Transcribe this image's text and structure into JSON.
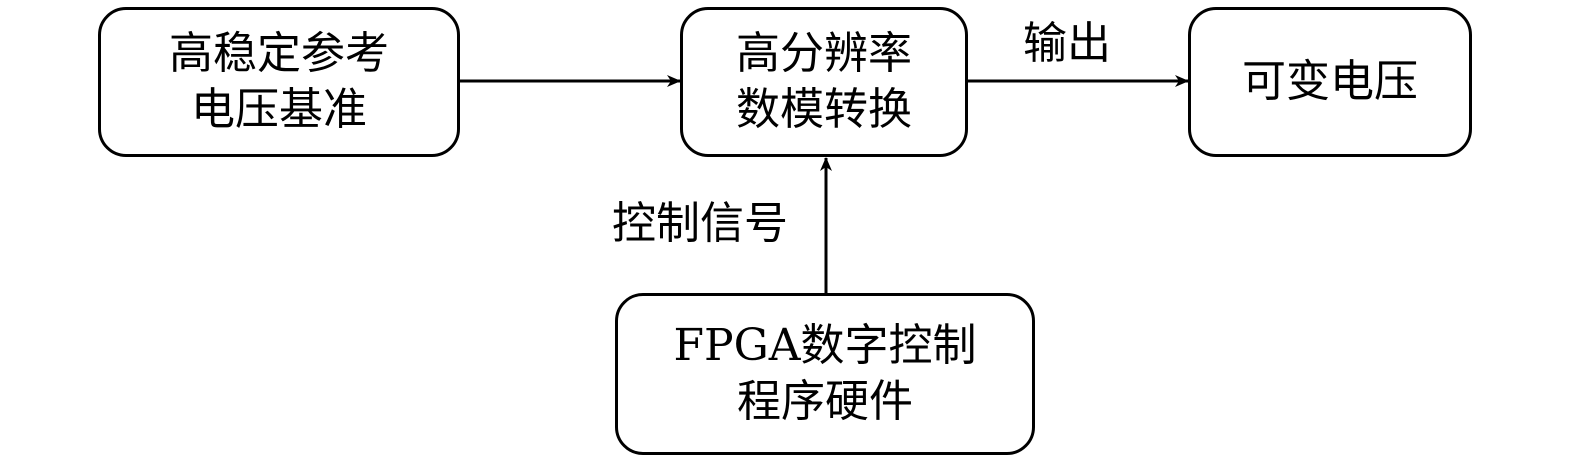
{
  "nodes": {
    "reference": {
      "lines": [
        "高稳定参考",
        "电压基准"
      ]
    },
    "dac": {
      "lines": [
        "高分辨率",
        "数模转换"
      ]
    },
    "output": {
      "lines": [
        "可变电压"
      ]
    },
    "fpga": {
      "lines": [
        "FPGA数字控制",
        "程序硬件"
      ]
    }
  },
  "edges": {
    "output_label": "输出",
    "control_label": "控制信号"
  },
  "colors": {
    "stroke": "#000000",
    "fill": "#ffffff"
  }
}
